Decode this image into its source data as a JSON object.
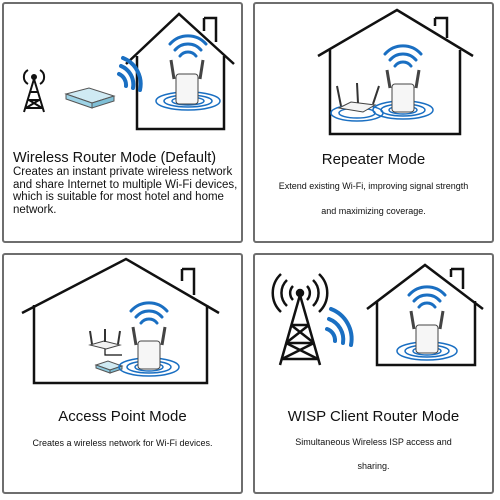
{
  "panels": [
    {
      "title": "Wireless Router Mode (Default)",
      "description": "Creates an instant private wireless network and share Internet to multiple Wi-Fi devices, which is suitable for most hotel and home network."
    },
    {
      "title": "Repeater Mode",
      "description_line1": "Extend existing Wi-Fi, improving signal strength",
      "description_line2": "and maximizing coverage."
    },
    {
      "title": "Access Point Mode",
      "description": "Creates a wireless network for Wi-Fi devices."
    },
    {
      "title": "WISP Client Router Mode",
      "description_line1": "Simultaneous Wireless ISP access and",
      "description_line2": "sharing."
    }
  ],
  "colors": {
    "wifi_blue": "#1a6fc2",
    "panel_border": "#6e6e6e",
    "line": "#111111"
  },
  "icons": [
    "house-icon",
    "extender-icon",
    "wifi-signal-icon",
    "cell-tower-icon",
    "router-icon",
    "modem-icon"
  ]
}
